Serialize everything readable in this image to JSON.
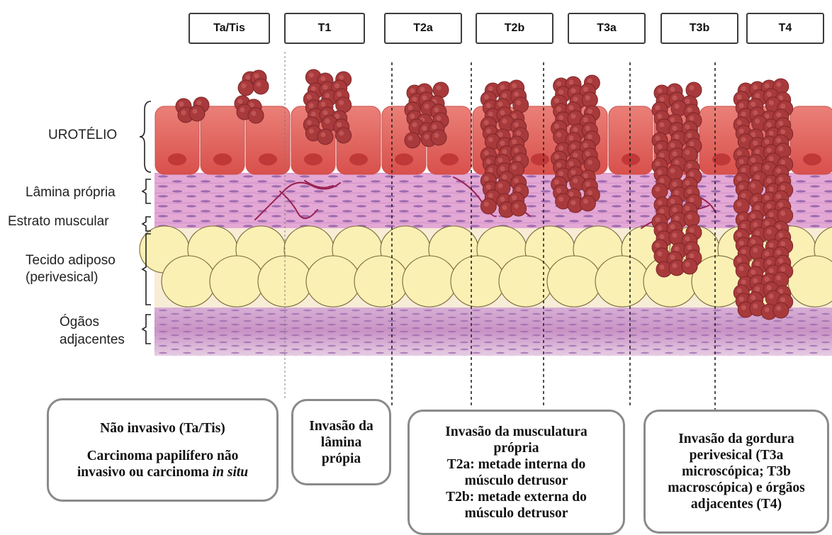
{
  "stages": [
    "Ta/Tis",
    "T1",
    "T2a",
    "T2b",
    "T3a",
    "T3b",
    "T4"
  ],
  "layers": {
    "urotelio": "UROTÉLIO",
    "lamina_propria": "Lâmina própria",
    "estrato_muscular": "Estrato muscular",
    "tecido_adiposo_1": "Tecido adiposo",
    "tecido_adiposo_2": "(perivesical)",
    "orgaos_1": "Ógãos",
    "orgaos_2": "adjacentes"
  },
  "callouts": {
    "ta_tis": {
      "title": "Não invasivo (Ta/Tis)",
      "line1": "Carcinoma papilífero não",
      "line2_prefix": "invasivo ou carcinoma ",
      "line2_italic": "in situ"
    },
    "t1": {
      "line1": "Invasão da",
      "line2": "lâmina",
      "line3": "própia"
    },
    "t2": {
      "line1": "Invasão da musculatura",
      "line2": "própria",
      "line3": "T2a: metade interna do",
      "line4": "músculo detrusor",
      "line5": "T2b: metade externa do",
      "line6": "músculo detrusor"
    },
    "t3t4": {
      "line1": "Invasão da gordura",
      "line2": "perivesical (T3a",
      "line3": "microscópica; T3b",
      "line4": "macroscópica) e órgãos",
      "line5": "adjacentes (T4)"
    }
  },
  "colors": {
    "urothelium": "#e0605e",
    "nucleus": "#c03838",
    "lamina": "#e3a8d4",
    "muscle_fiber": "#9e6bb3",
    "fat": "#fbf0b4",
    "fat_border": "#7a6a38",
    "organ": "#cc9ac8",
    "tumor": "#a83a3c",
    "vessel": "#9a2050"
  }
}
